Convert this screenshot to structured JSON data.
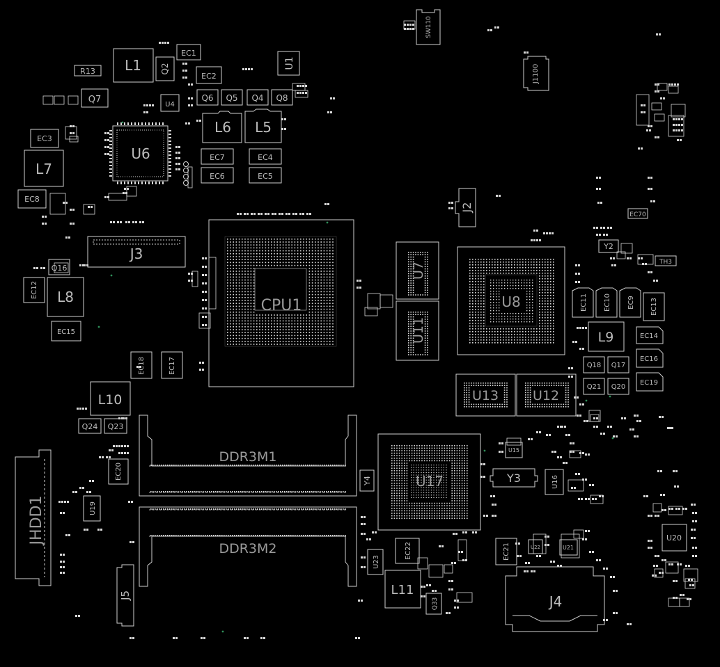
{
  "colors": {
    "background": "#000000",
    "outline": "#cfcfcf",
    "label": "#bdbdbd",
    "big_label": "#9a9a9a",
    "pad": "#d8d8d8",
    "via": "#2f8f5a"
  },
  "components": {
    "l1": "L1",
    "r13": "R13",
    "ec1": "EC1",
    "ec2": "EC2",
    "q2": "Q2",
    "u1": "U1",
    "q7": "Q7",
    "q6": "Q6",
    "q5": "Q5",
    "q4": "Q4",
    "q8": "Q8",
    "u4": "U4",
    "ec3": "EC3",
    "u6": "U6",
    "l6": "L6",
    "l5": "L5",
    "ec7": "EC7",
    "ec4": "EC4",
    "ec6": "EC6",
    "ec5": "EC5",
    "l7": "L7",
    "ec8": "EC8",
    "q16": "Q16",
    "j3": "J3",
    "ec12": "EC12",
    "l8": "L8",
    "ec15": "EC15",
    "cpu1": "CPU1",
    "ec18": "EC18",
    "ec17": "EC17",
    "l10": "L10",
    "q24": "Q24",
    "q23": "Q23",
    "ec20": "EC20",
    "jhdd1": "JHDD1",
    "u19": "U19",
    "j5": "J5",
    "ddr3m1": "DDR3M1",
    "ddr3m2": "DDR3M2",
    "u7": "U7",
    "u11": "U11",
    "u8": "U8",
    "u13": "U13",
    "u12": "U12",
    "u17": "U17",
    "y4": "Y4",
    "y3": "Y3",
    "u15": "U15",
    "u16": "U16",
    "u23": "U23",
    "ec22": "EC22",
    "l11": "L11",
    "q33": "Q33",
    "ec21": "EC21",
    "u21": "U21",
    "u22": "U22",
    "j4": "J4",
    "j2": "J2",
    "sw110": "SW110",
    "j1100": "J1100",
    "ec70": "EC70",
    "y2": "Y2",
    "th3": "TH3",
    "ec11": "EC11",
    "ec10": "EC10",
    "ec9": "EC9",
    "ec13": "EC13",
    "ec14": "EC14",
    "ec16": "EC16",
    "ec19": "EC19",
    "l9": "L9",
    "q18": "Q18",
    "q17": "Q17",
    "q21": "Q21",
    "q20": "Q20",
    "u20": "U20"
  }
}
